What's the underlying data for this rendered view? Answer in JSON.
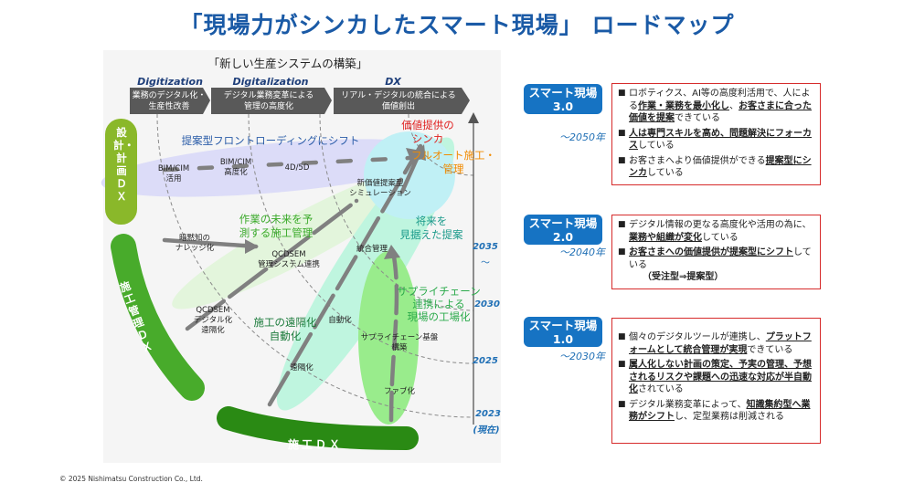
{
  "title": "「現場力がシンカしたスマート現場」 ロードマップ",
  "subtitle": "「新しい生産システムの構築」",
  "phases": [
    {
      "name": "Digitization",
      "desc": "業務のデジタル化・\n生産性改善"
    },
    {
      "name": "Digitalization",
      "desc": "デジタル業務変革による\n管理の高度化"
    },
    {
      "name": "DX",
      "desc": "リアル・デジタルの統合による\n価値創出"
    }
  ],
  "axis": {
    "years": [
      "2035",
      "～",
      "2030",
      "2025",
      "2023",
      "(現在)"
    ]
  },
  "bands": {
    "design": "設計・計画ＤＸ",
    "management": "施工管理ＤＸ",
    "construction": "施工ＤＸ"
  },
  "labels": {
    "frontloading": "提案型フロントローディングにシフト",
    "bim1": "BIM/CIM\n活用",
    "bim2": "BIM/CIM\n高度化",
    "d45": "4D/5D",
    "value": "価値提供の\nシンカ",
    "fullauto": "フルオート施工・\n管理",
    "sim": "新価値提案型\nシミュレーション",
    "future_mgmt": "作業の未来を予\n測する施工管理",
    "knowledge": "暗黙知の\nナレッジ化",
    "qcd1": "QCDSEM\n管理システム連携",
    "proposal": "将来を\n見据えた提案",
    "integrated": "統合管理",
    "supply": "サプライチェーン\n連携による\n現場の工場化",
    "qcd2": "QCDSEM\nデジタル化\n遠隔化",
    "remote_auto": "施工の遠隔化\n自動化",
    "auto": "自動化",
    "supply_base": "サプライチェーン基盤\n構築",
    "remote": "遠隔化",
    "fab": "ファブ化"
  },
  "stages": [
    {
      "badge": "スマート現場\n3.0",
      "period": "～2050年",
      "bullets": [
        [
          {
            "t": "ロボティクス、AI等の高度利活用で、人による"
          },
          {
            "t": "作業・業務を最小化し",
            "u": true
          },
          {
            "t": "、"
          },
          {
            "t": "お客さまに合った価値を提案",
            "u": true
          },
          {
            "t": "できている"
          }
        ],
        [
          {
            "t": "人は専門スキルを高め、問題解決にフォーカス",
            "u": true
          },
          {
            "t": "している"
          }
        ],
        [
          {
            "t": "お客さまへより価値提供ができる"
          },
          {
            "t": "提案型にシンカ",
            "u": true
          },
          {
            "t": "している"
          }
        ]
      ]
    },
    {
      "badge": "スマート現場\n2.0",
      "period": "～2040年",
      "bullets": [
        [
          {
            "t": "デジタル情報の更なる高度化や活用の為に、"
          },
          {
            "t": "業務や組織が変化",
            "u": true
          },
          {
            "t": "している"
          }
        ],
        [
          {
            "t": "お客さまへの価値提供が提案型にシフト",
            "u": true
          },
          {
            "t": "している"
          },
          {
            "t": "\n　　（受注型⇒提案型）",
            "b": true
          }
        ]
      ]
    },
    {
      "badge": "スマート現場\n1.0",
      "period": "～2030年",
      "bullets": [
        [
          {
            "t": "個々のデジタルツールが連携し、"
          },
          {
            "t": "プラットフォームとして統合管理が実現",
            "u": true
          },
          {
            "t": "できている"
          }
        ],
        [
          {
            "t": "属人化しない計画の策定、予実の管理、予想されるリスクや課題への迅速な対応が半自動化",
            "u": true
          },
          {
            "t": "されている"
          }
        ],
        [
          {
            "t": "デジタル業務変革によって、"
          },
          {
            "t": "知識集約型へ業務がシフト",
            "u": true
          },
          {
            "t": "し、定型業務は削減される"
          }
        ]
      ]
    }
  ],
  "footer": "© 2025 Nishimatsu Construction Co., Ltd.",
  "colors": {
    "title": "#1a5aa6",
    "badge": "#1673c3",
    "box_border": "#d62b2b",
    "chevron": "#595959"
  }
}
